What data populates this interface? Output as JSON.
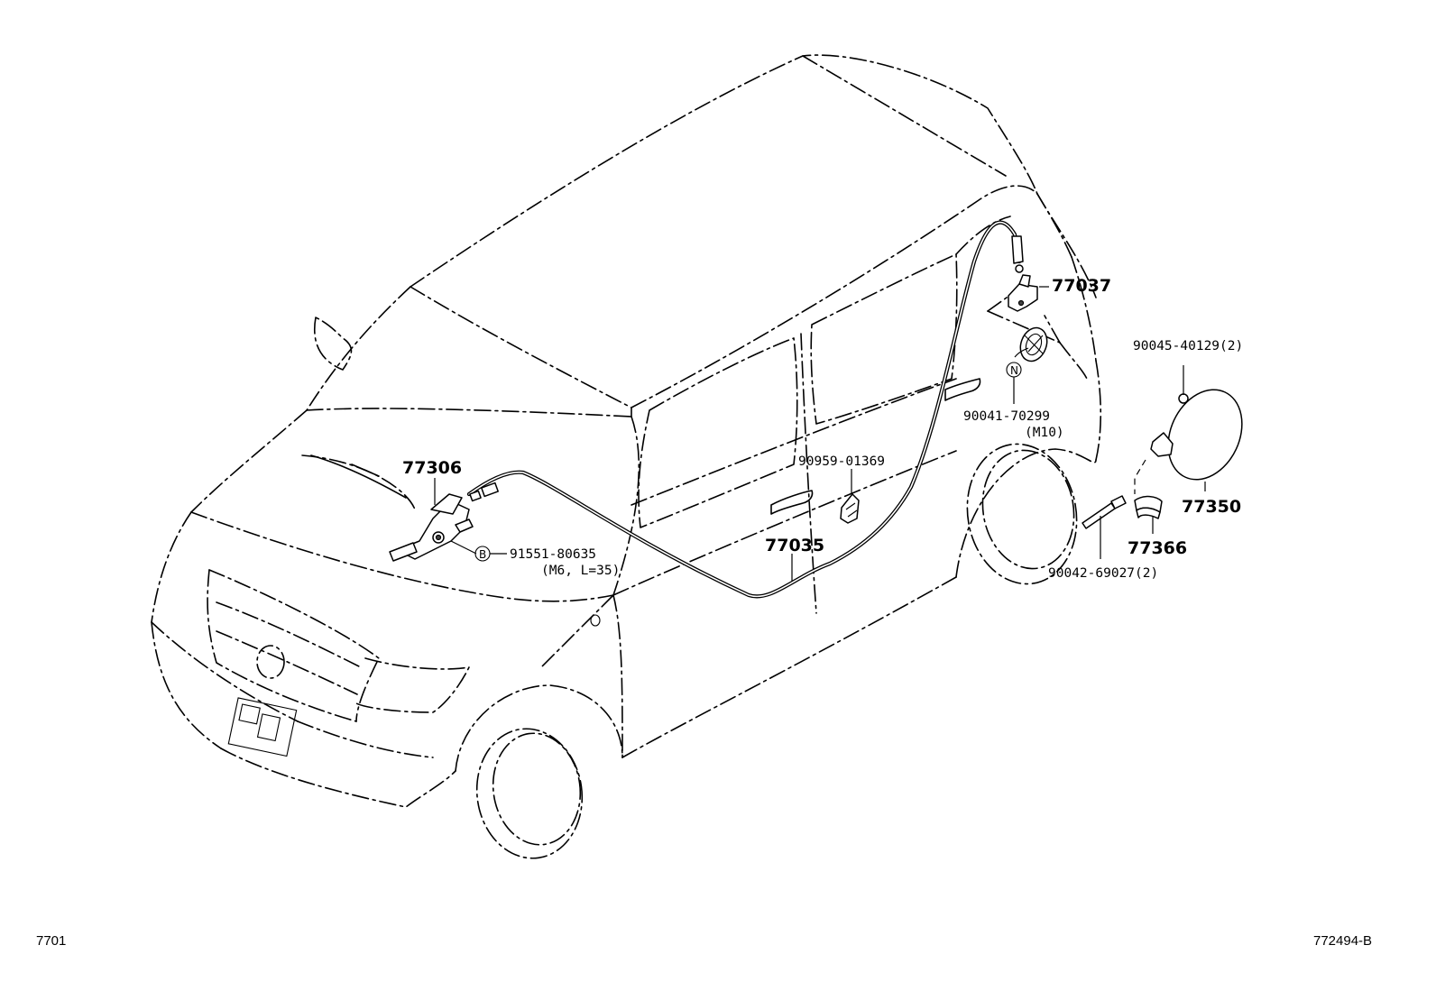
{
  "callouts": {
    "p77306": "77306",
    "p77037": "77037",
    "p77035": "77035",
    "p77350": "77350",
    "p77366": "77366",
    "p90959": "90959-01369",
    "p90041": "90041-70299",
    "p90041_spec": "(M10)",
    "p90045": "90045-40129(2)",
    "p90042": "90042-69027(2)",
    "p91551": "91551-80635",
    "p91551_spec": "(M6, L=35)",
    "mark_b": "B",
    "mark_n": "N"
  },
  "footer": {
    "left_code": "7701",
    "right_code": "772494-B"
  }
}
